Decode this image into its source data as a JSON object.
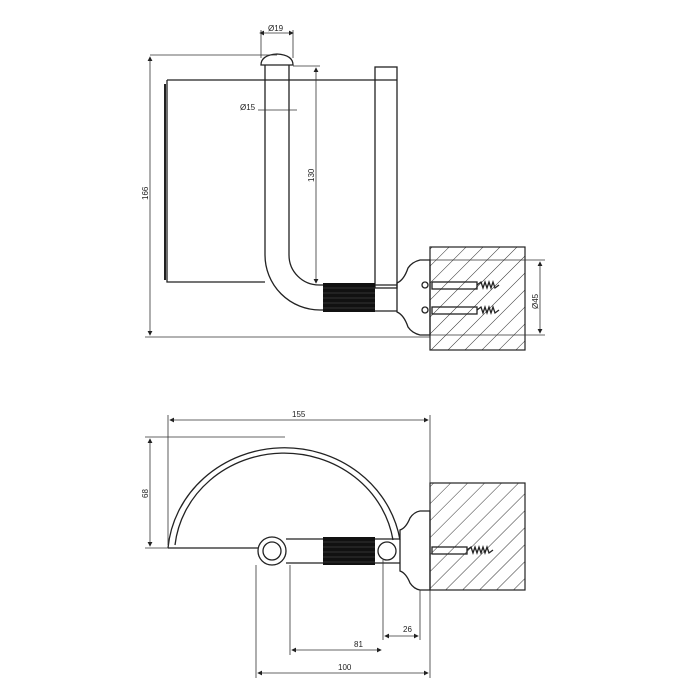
{
  "drawing": {
    "front_view": {
      "dim_knob_diameter": "Ø19",
      "dim_tube_diameter": "Ø15",
      "dim_height_total": "166",
      "dim_height_tube": "130",
      "dim_base_diameter": "Ø45"
    },
    "top_view": {
      "dim_width": "155",
      "dim_cover_depth": "68",
      "dim_tube_offset": "81",
      "dim_base_offset": "26",
      "dim_projection": "100"
    }
  }
}
